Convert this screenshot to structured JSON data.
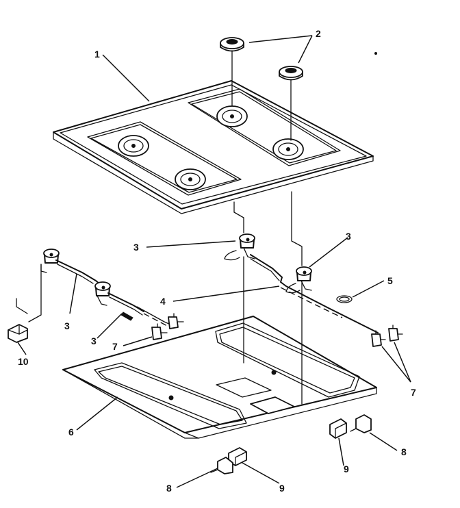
{
  "callouts": [
    {
      "id": "c1",
      "label": "1"
    },
    {
      "id": "c2",
      "label": "2"
    },
    {
      "id": "c3a",
      "label": "3"
    },
    {
      "id": "c3b",
      "label": "3"
    },
    {
      "id": "c3c",
      "label": "3"
    },
    {
      "id": "c3d",
      "label": "3"
    },
    {
      "id": "c4",
      "label": "4"
    },
    {
      "id": "c5",
      "label": "5"
    },
    {
      "id": "c6",
      "label": "6"
    },
    {
      "id": "c7a",
      "label": "7"
    },
    {
      "id": "c7b",
      "label": "7"
    },
    {
      "id": "c8a",
      "label": "8"
    },
    {
      "id": "c8b",
      "label": "8"
    },
    {
      "id": "c9a",
      "label": "9"
    },
    {
      "id": "c9b",
      "label": "9"
    },
    {
      "id": "c10",
      "label": "10"
    }
  ]
}
